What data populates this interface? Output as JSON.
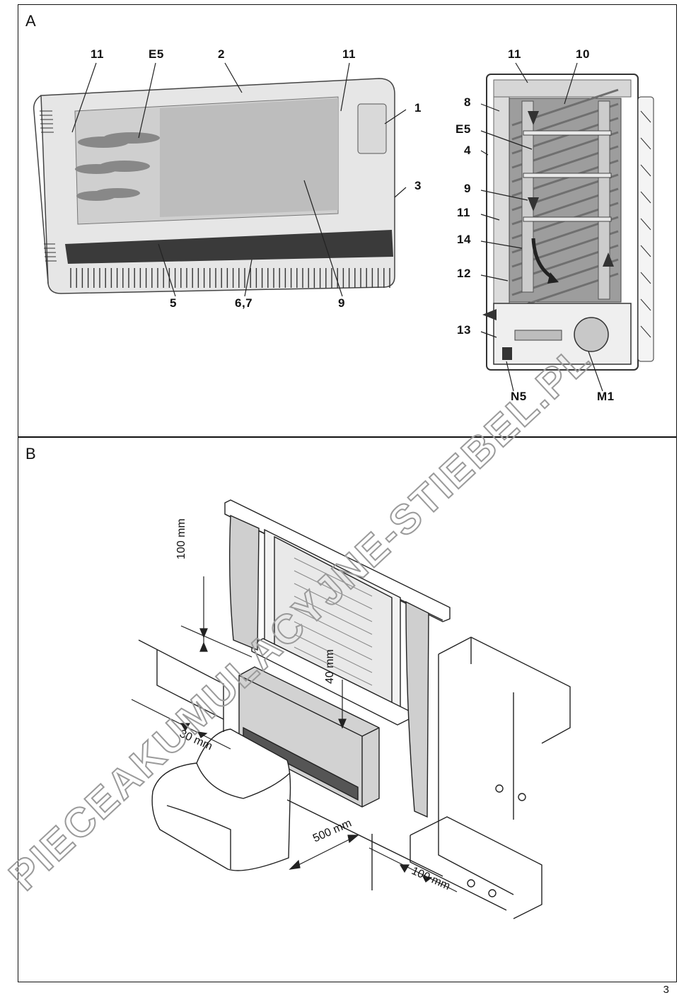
{
  "panels": {
    "a": {
      "letter": "A"
    },
    "b": {
      "letter": "B"
    }
  },
  "figure_a": {
    "front_labels": [
      "11",
      "E5",
      "2",
      "11",
      "1",
      "3",
      "5",
      "6,7",
      "9"
    ],
    "section_labels": [
      "11",
      "10",
      "8",
      "E5",
      "4",
      "9",
      "11",
      "14",
      "12",
      "13",
      "N5",
      "M1"
    ]
  },
  "figure_b": {
    "dimensions": {
      "top_gap": "100 mm",
      "sill_gap": "40 mm",
      "side_gap": "30 mm",
      "front_gap": "500 mm",
      "cabinet_gap": "100 mm"
    }
  },
  "watermark": "PIECEAKUMULACYJNE-STIEBEL.PL",
  "page_number": "3"
}
